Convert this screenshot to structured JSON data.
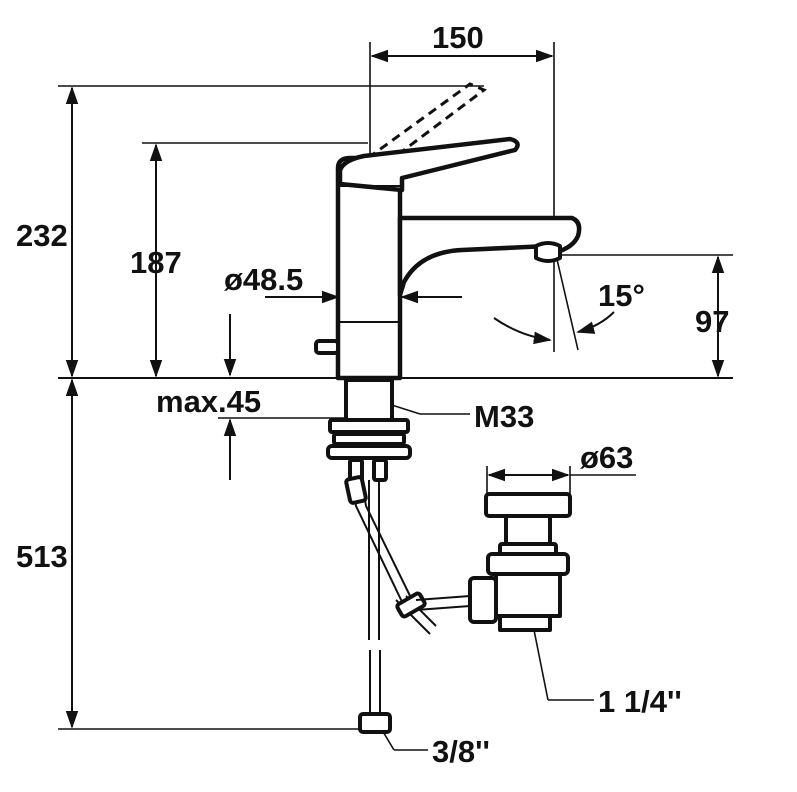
{
  "labels": {
    "spout_reach": "150",
    "total_height": "232",
    "handle_height": "187",
    "body_diameter": "ø48.5",
    "angle": "15°",
    "spout_height": "97",
    "max_deck": "max.45",
    "thread": "M33",
    "waste_diameter": "ø63",
    "below_deck": "513",
    "waste_thread": "1 1/4''",
    "hose_thread": "3/8''"
  }
}
